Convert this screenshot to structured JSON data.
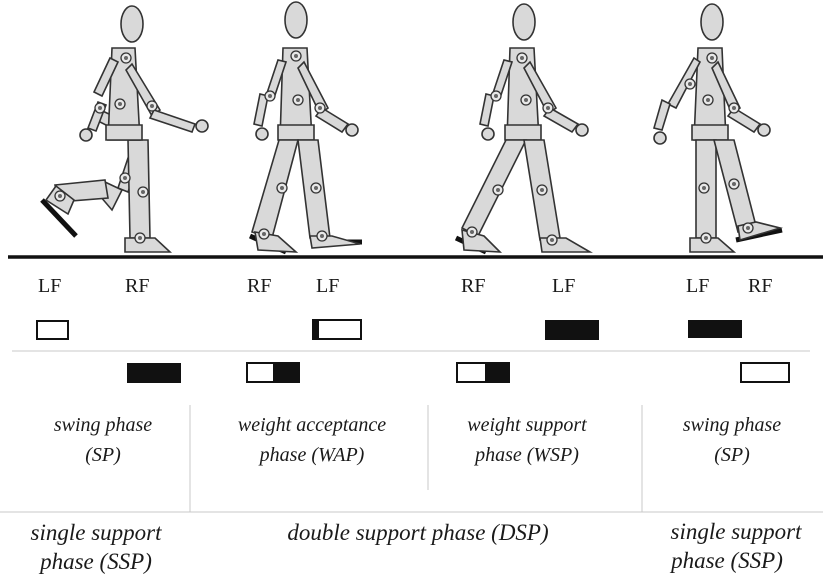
{
  "columns": [
    {
      "foot_labels": [
        "LF",
        "RF"
      ],
      "phase_name": "swing phase",
      "phase_abbr": "(SP)"
    },
    {
      "foot_labels": [
        "RF",
        "LF"
      ],
      "phase_name": "weight acceptance",
      "phase_abbr": "phase (WAP)"
    },
    {
      "foot_labels": [
        "RF",
        "LF"
      ],
      "phase_name": "weight support",
      "phase_abbr": "phase (WSP)"
    },
    {
      "foot_labels": [
        "LF",
        "RF"
      ],
      "phase_name": "swing phase",
      "phase_abbr": "(SP)"
    }
  ],
  "support": {
    "left": [
      "single support",
      "phase (SSP)"
    ],
    "middle": "double support phase (DSP)",
    "right": [
      "single support",
      "phase (SSP)"
    ]
  },
  "colors": {
    "ink": "#1a1a1a",
    "limb_fill": "#d9d9d9",
    "ground": "#111111"
  }
}
